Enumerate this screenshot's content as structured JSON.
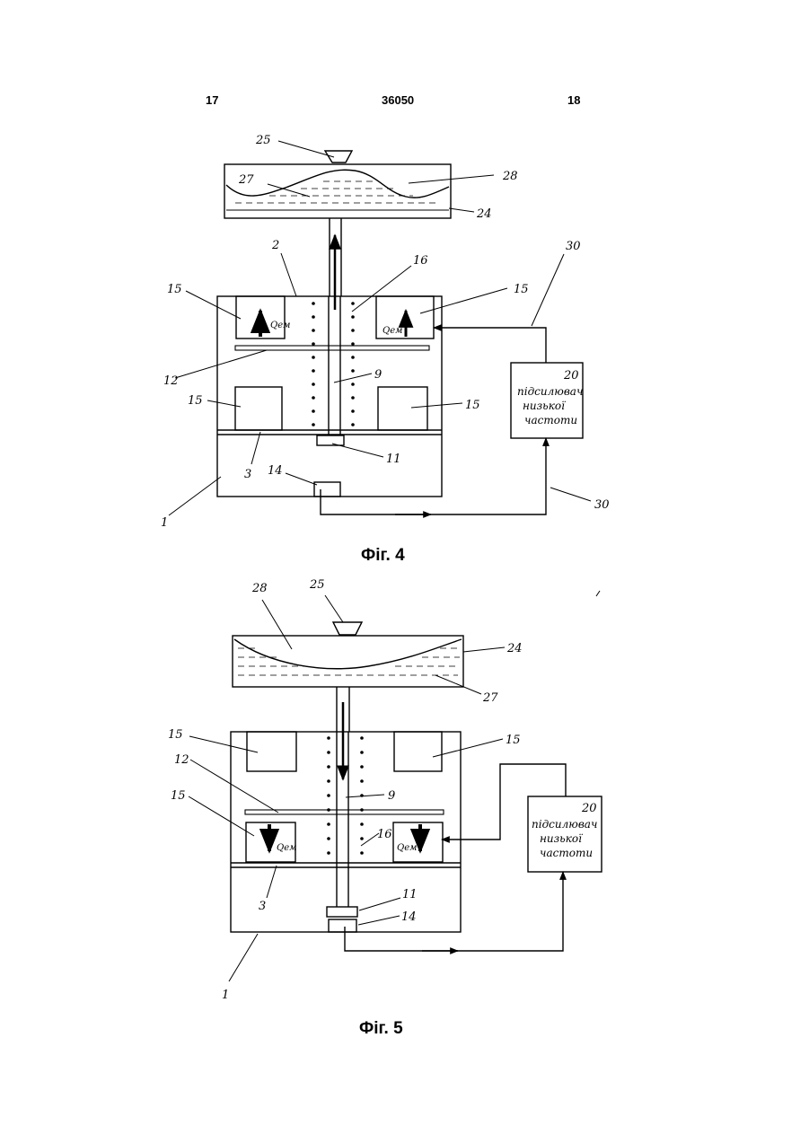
{
  "header": {
    "left_page": "17",
    "patent_number": "36050",
    "right_page": "18"
  },
  "fig4": {
    "caption": "Фіг. 4",
    "labels": {
      "l25": "25",
      "l28": "28",
      "l27": "27",
      "l24": "24",
      "l2": "2",
      "l16": "16",
      "l30a": "30",
      "l15a": "15",
      "l15b": "15",
      "l15c": "15",
      "l15d": "15",
      "l12": "12",
      "l9": "9",
      "l20": "20",
      "l11": "11",
      "l3": "3",
      "l14": "14",
      "l1": "1",
      "l30b": "30"
    },
    "q_label": "Qем",
    "amplifier": [
      "підсилювач",
      "низької",
      "частоти"
    ]
  },
  "fig5": {
    "caption": "Фіг. 5",
    "labels": {
      "l28": "28",
      "l25": "25",
      "l24": "24",
      "l27": "27",
      "l15a": "15",
      "l15b": "15",
      "l12": "12",
      "l9": "9",
      "l20": "20",
      "l15c": "15",
      "l16": "16",
      "l3": "3",
      "l11": "11",
      "l14": "14",
      "l1": "1"
    },
    "q_label": "Qем",
    "amplifier": [
      "підсилювач",
      "низької",
      "частоти"
    ]
  }
}
